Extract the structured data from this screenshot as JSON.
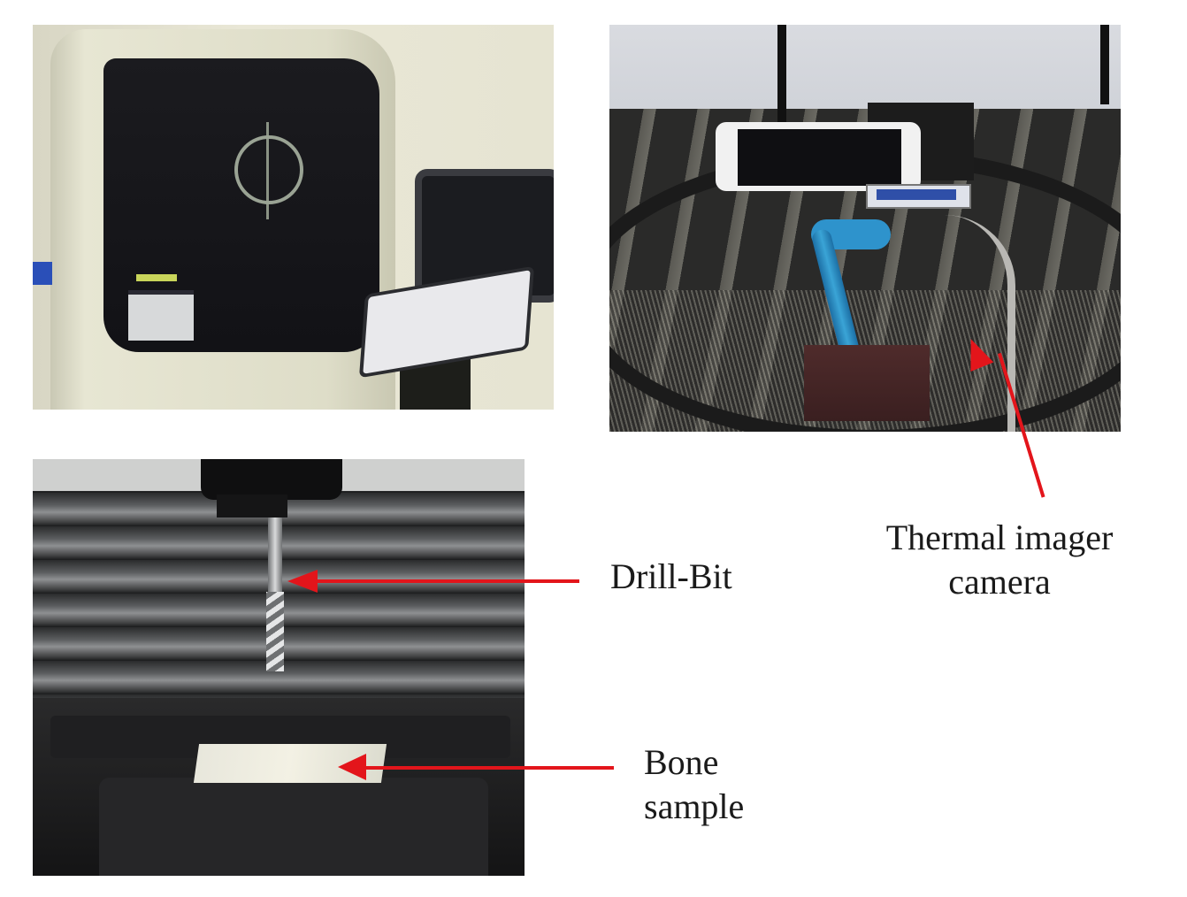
{
  "figure": {
    "panels": [
      {
        "id": "cnc-machine",
        "description": "5-axis CNC machining centre with control panel"
      },
      {
        "id": "thermal-setup",
        "description": "Thermal imager camera mounted on phone holder with magnetic base on machine table"
      },
      {
        "id": "drilling-setup",
        "description": "Drill bit in spindle above bone sample clamped in vise"
      }
    ],
    "labels": {
      "drill_bit": "Drill-Bit",
      "thermal_line1": "Thermal imager",
      "thermal_line2": "camera",
      "bone_line1": "Bone",
      "bone_line2": "sample"
    },
    "colors": {
      "arrow": "#e3151b",
      "label_text": "#1a1a1a",
      "background": "#ffffff"
    }
  }
}
